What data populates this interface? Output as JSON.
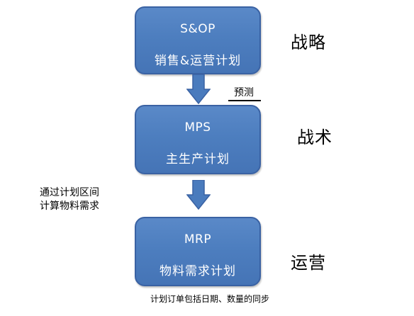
{
  "boxes": {
    "sop": {
      "title": "S&OP",
      "subtitle": "销售&运营计划"
    },
    "mps": {
      "title": "MPS",
      "subtitle": "主生产计划"
    },
    "mrp": {
      "title": "MRP",
      "subtitle": "物料需求计划"
    }
  },
  "levels": {
    "strategy": "战略",
    "tactic": "战术",
    "operations": "运营"
  },
  "notes": {
    "forecast": "预测",
    "interval_line1": "通过计划区间",
    "interval_line2": "计算物料需求",
    "bottom": "计划订单包括日期、数量的同步"
  },
  "colors": {
    "box_fill": "#4f81bd",
    "box_border": "#3a62a3",
    "box_text": "#ffffff"
  }
}
